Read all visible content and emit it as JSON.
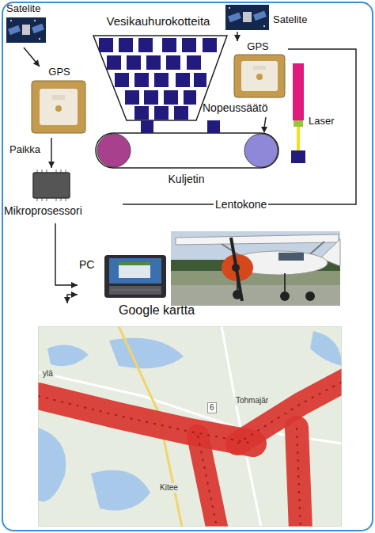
{
  "diagram": {
    "nodes": [
      {
        "text": [
          "Satelite"
        ]
      },
      {
        "text": [
          "GPS"
        ]
      },
      {
        "text": [
          "Mikroprosessori"
        ]
      },
      {
        "text": [
          "Vesikauhurokotteita"
        ]
      },
      {
        "text": [
          "Kuljetin"
        ]
      },
      {
        "text": [
          "Satelite"
        ]
      },
      {
        "text": [
          "GPS"
        ]
      },
      {
        "text": [
          "Laser"
        ]
      },
      {
        "text": [
          "PC"
        ]
      },
      {
        "text": [
          "Google kartta"
        ]
      }
    ],
    "edges": [
      {
        "from": 0,
        "to": 1,
        "arrow": "to"
      },
      {
        "from": 1,
        "to": 2,
        "arrow": "to",
        "label": "Paikka"
      },
      {
        "from": 2,
        "to": 8,
        "arrow": "to"
      },
      {
        "from": 8,
        "to": 9,
        "arrow": "both"
      },
      {
        "from": 5,
        "to": 6,
        "arrow": "to"
      },
      {
        "from": 6,
        "to": 2,
        "arrow": "none",
        "label": "Lentokone"
      }
    ],
    "labels": [
      "Nopeussäätö",
      "ylä",
      "6",
      "Tohmajär",
      "Kitee"
    ]
  }
}
